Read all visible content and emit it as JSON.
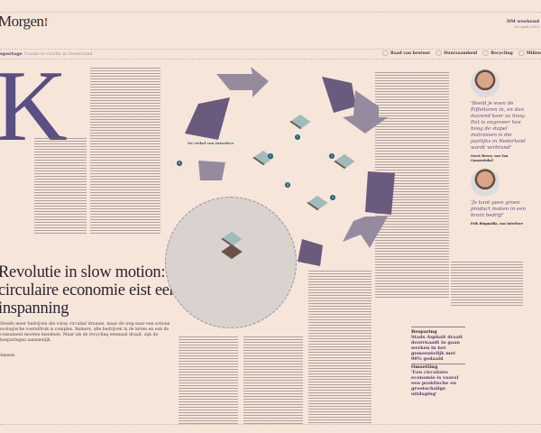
{
  "masthead": {
    "logo": "Morgen",
    "edition": "DM weekend",
    "date": "20 april 2019"
  },
  "section": {
    "kicker": "eportage",
    "title": "Cradle-to-cradle in Nederland"
  },
  "tags": [
    "Raad van bestuur",
    "Duurzaamheid",
    "Recycling",
    "Milieu"
  ],
  "article": {
    "initial": "K",
    "headline": "Revolutie in slow motion: de circulaire economie eist een forse inspanning",
    "lede": "Steeds meer bedrijven die volop circulair draaien, maar de weg naar een schone ecologische voetafdruk is complex. Immers, alle bedrijven in de keten en ook de consument moeten meedoen. Maar als de recycling eenmaal draait, zijn de besparingen aanzienlijk.",
    "author": "Ameels"
  },
  "infographic": {
    "title": "De cirkel van Interface",
    "steps": [
      "1",
      "2",
      "3",
      "4",
      "5",
      "6"
    ]
  },
  "quotes": [
    {
      "text": "'Beeld je even de Eiffeltoren in, en dan duizend keer zo hoog. Dat is ongeveer hoe hoog de stapel matrassen is die jaarlijks in Nederland wordt verbrand'",
      "name": "Geert Breus, van Van Gansewinkel"
    },
    {
      "text": "'Je kunt geen groen product maken in een bruin bedrijf'",
      "name": "Erik Ringnalda, van Interface"
    }
  ],
  "sidebox": {
    "title1": "Besparing",
    "text1": "Stads Asphalt draait doorrnaadt in gaan werken in het gemeentelijk met 90% gedaald",
    "title2": "Omzetting",
    "text2": "'Een circulaire economie is vooral een praktische en grootschalige uitdaging'"
  },
  "colors": {
    "background": "#f6e6da",
    "accent": "#5a4f82",
    "teal": "#1f5e73"
  }
}
